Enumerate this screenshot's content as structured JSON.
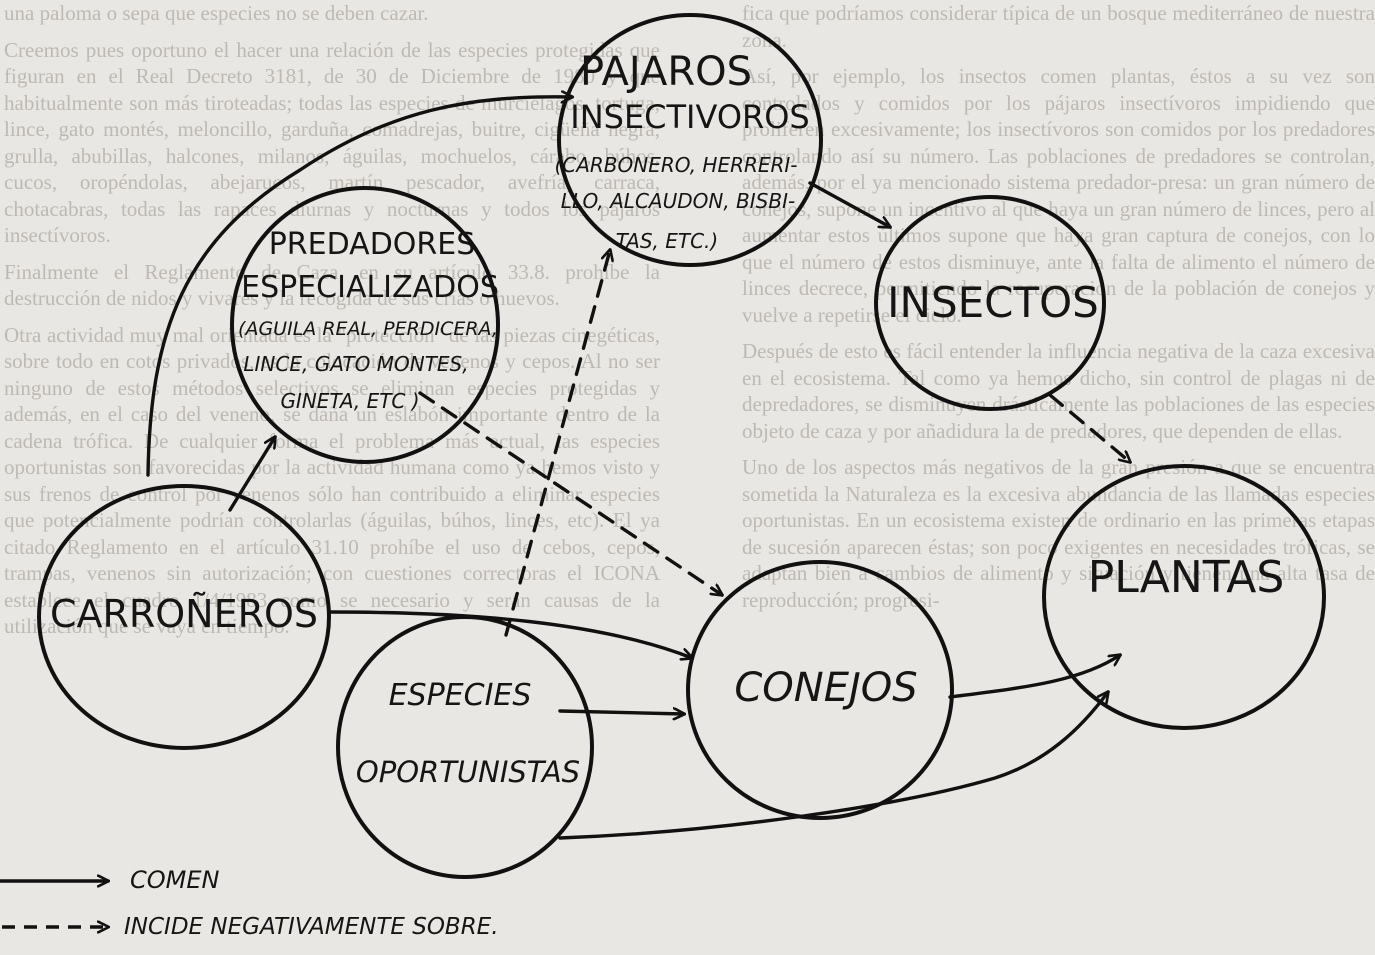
{
  "nodes": {
    "pajaros": {
      "title_line1": "PAJAROS",
      "title_line2": "INSECTIVOROS",
      "detail_line1": "(CARBONERO, HERRERI-",
      "detail_line2": "LLO, ALCAUDON, BISBI-",
      "detail_line3": "TAS, ETC.)"
    },
    "predadores": {
      "title_line1": "PREDADORES",
      "title_line2": "ESPECIALIZADOS",
      "detail_line1": "(AGUILA REAL, PERDICERA,",
      "detail_line2": "LINCE, GATO MONTES,",
      "detail_line3": "GINETA, ETC )"
    },
    "insectos": {
      "label": "INSECTOS"
    },
    "carroneros": {
      "label": "CARROÑEROS"
    },
    "especies": {
      "label_line1": "ESPECIES",
      "label_line2": "OPORTUNISTAS"
    },
    "conejos": {
      "label": "CONEJOS"
    },
    "plantas": {
      "label": "PLANTAS"
    }
  },
  "legend": {
    "solid": "COMEN",
    "dashed": "INCIDE NEGATIVAMENTE SOBRE."
  },
  "background_text": {
    "left": [
      "una paloma o sepa que especies no se deben cazar.",
      "Creemos pues oportuno el hacer una relación de las especies protegidas que figuran en el Real Decreto 3181, de 30 de Diciembre de 1980 y que habitualmente son más tiroteadas; todas las especies de murciélagos, tortuga, lince, gato montés, meloncillo, garduña, comadrejas, buitre, cigüeña negra, grulla, abubillas, halcones, milanos, águilas, mochuelos, cárabo, búhos, cucos, oropéndolas, abejarucos, martín pescador, avefría, carraca, chotacabras, todas las rapaces diurnas y nocturnas y todos los pájaros insectívoros.",
      "Finalmente el Reglamento de Caza, en su artículo 33.8. prohíbe la destrucción de nidos y vivares y la recogida de sus crías o huevos.",
      "Otra actividad muy mal orientada es la \"protección\" de las piezas cinegéticas, sobre todo en cotos privados, es la colocación de venenos y cepos. Al no ser ninguno de estos métodos selectivos se eliminan especies protegidas y además, en el caso del veneno, se daña un eslabón importante dentro de la cadena trófica. De cualquier forma el problema más actual, las especies oportunistas son favorecidas por la actividad humana como ya hemos visto y sus frenos de control por venenos sólo han contribuido a eliminar especies que potencialmente podrían controlarlas (águilas, búhos, linces, etc). El ya citado Reglamento en el artículo 31.10 prohíbe el uso de cebos, cepos, trampas, venenos sin autorización; con cuestiones correctoras el ICONA establece el cuadro 1/4/1983 como se necesario y serán causas de la utilización que se vaya en tiempo."
    ],
    "right": [
      "fica que podríamos considerar típica de un bosque mediterráneo de nuestra zona.",
      "Así, por ejemplo, los insectos comen plantas, éstos a su vez son controlados y comidos por los pájaros insectívoros impidiendo que proliferen excesivamente; los insectívoros son comidos por los predadores controlando así su número. Las poblaciones de predadores se controlan, además, por el ya mencionado sistema predador-presa: un gran número de conejos, supone un incentivo al que haya un gran número de linces, pero al aumentar estos últimos supone que haya gran captura de conejos, con lo que el número de estos disminuye, ante la falta de alimento el número de linces decrece, permitiendo la recuperación de la población de conejos y vuelve a repetirse el ciclo.",
      "Después de esto es fácil entender la influencia negativa de la caza excesiva en el ecosistema. Tal como ya hemos dicho, sin control de plagas ni de depredadores, se disminuyen drásticamente las poblaciones de las especies objeto de caza y por añadidura la de predadores, que dependen de ellas.",
      "Uno de los aspectos más negativos de la gran presión a que se encuentra sometida la Naturaleza es la excesiva abundancia de las llamadas especies oportunistas. En un ecosistema existen de ordinario en las primeras etapas de sucesión aparecen éstas; son poco exigentes en necesidades tróficas, se adaptan bien a cambios de alimento y situación y tienen una alta tasa de reproducción; progresi-"
    ]
  }
}
